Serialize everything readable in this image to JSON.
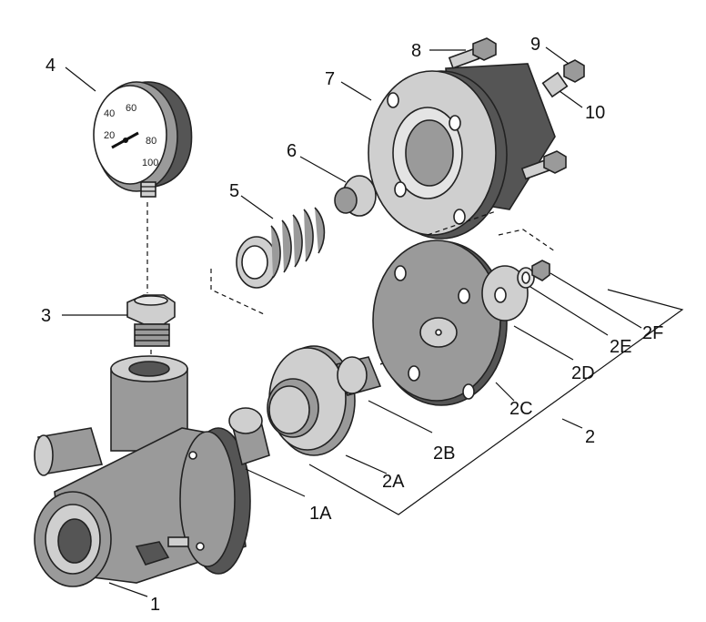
{
  "diagram": {
    "part_labels": {
      "p1": "1",
      "p1a": "1A",
      "p2": "2",
      "p2a": "2A",
      "p2b": "2B",
      "p2c": "2C",
      "p2d": "2D",
      "p2e": "2E",
      "p2f": "2F",
      "p3": "3",
      "p4": "4",
      "p5": "5",
      "p6": "6",
      "p7": "7",
      "p8": "8",
      "p9": "9",
      "p10": "10"
    },
    "gauge_scale": [
      "20",
      "40",
      "60",
      "80",
      "100"
    ]
  }
}
